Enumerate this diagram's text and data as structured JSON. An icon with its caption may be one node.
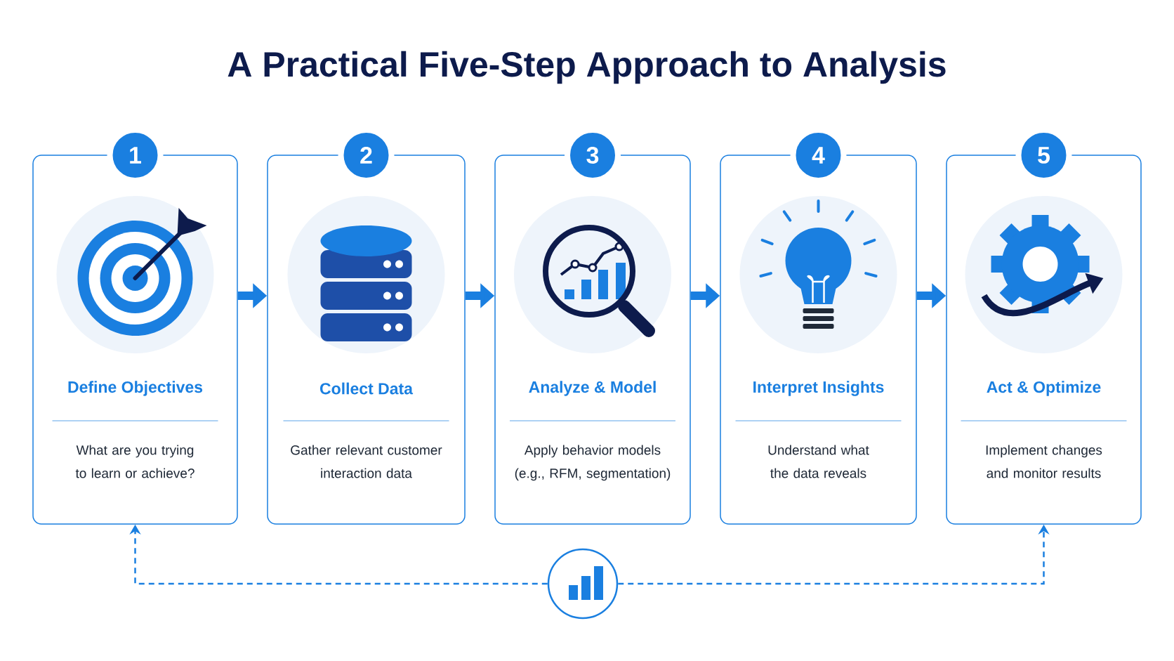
{
  "diagram": {
    "title": "A Practical Five-Step Approach to Analysis",
    "nodes": [
      {
        "text": [
          "1",
          "Define Objectives",
          "What are you trying to learn or achieve?"
        ]
      },
      {
        "text": [
          "2",
          "Collect Data",
          "Gather relevant customer interaction data"
        ]
      },
      {
        "text": [
          "3",
          "Analyze & Model",
          "Apply behavior models (e.g., RFM, segmentation)"
        ]
      },
      {
        "text": [
          "4",
          "Interpret Insights",
          "Understand what the data reveals"
        ]
      },
      {
        "text": [
          "5",
          "Act & Optimize",
          "Implement changes and monitor results"
        ]
      },
      {
        "text": [],
        "shape": "circle"
      }
    ],
    "edges": [
      {
        "from": 0,
        "to": 1,
        "arrow": "to"
      },
      {
        "from": 1,
        "to": 2,
        "arrow": "to"
      },
      {
        "from": 2,
        "to": 3,
        "arrow": "to"
      },
      {
        "from": 3,
        "to": 4,
        "arrow": "to"
      },
      {
        "from": 5,
        "to": 0,
        "arrow": "to",
        "style": "dashed"
      },
      {
        "from": 5,
        "to": 4,
        "arrow": "to",
        "style": "dashed"
      }
    ]
  }
}
